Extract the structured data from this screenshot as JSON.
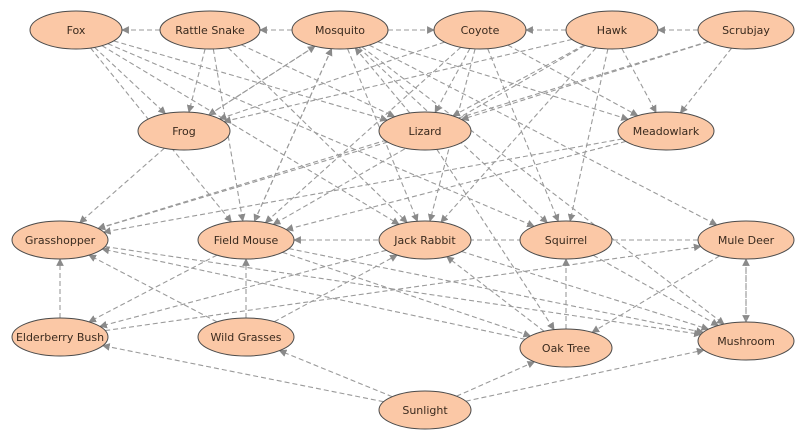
{
  "nodes": [
    {
      "id": "fox",
      "label": "Fox"
    },
    {
      "id": "rattlesnake",
      "label": "Rattle Snake"
    },
    {
      "id": "mosquito",
      "label": "Mosquito"
    },
    {
      "id": "coyote",
      "label": "Coyote"
    },
    {
      "id": "hawk",
      "label": "Hawk"
    },
    {
      "id": "scrubjay",
      "label": "Scrubjay"
    },
    {
      "id": "frog",
      "label": "Frog"
    },
    {
      "id": "lizard",
      "label": "Lizard"
    },
    {
      "id": "meadowlark",
      "label": "Meadowlark"
    },
    {
      "id": "grasshopper",
      "label": "Grasshopper"
    },
    {
      "id": "fieldmouse",
      "label": "Field Mouse"
    },
    {
      "id": "jackrabbit",
      "label": "Jack Rabbit"
    },
    {
      "id": "squirrel",
      "label": "Squirrel"
    },
    {
      "id": "muledeer",
      "label": "Mule Deer"
    },
    {
      "id": "elderberry",
      "label": "Elderberry Bush"
    },
    {
      "id": "wildgrasses",
      "label": "Wild Grasses"
    },
    {
      "id": "oaktree",
      "label": "Oak Tree"
    },
    {
      "id": "mushroom",
      "label": "Mushroom"
    },
    {
      "id": "sunlight",
      "label": "Sunlight"
    }
  ],
  "edges": [
    {
      "from": "rattlesnake",
      "to": "fox"
    },
    {
      "from": "mosquito",
      "to": "rattlesnake"
    },
    {
      "from": "mosquito",
      "to": "coyote"
    },
    {
      "from": "hawk",
      "to": "coyote"
    },
    {
      "from": "scrubjay",
      "to": "hawk"
    },
    {
      "from": "fox",
      "to": "frog"
    },
    {
      "from": "fox",
      "to": "lizard"
    },
    {
      "from": "fox",
      "to": "fieldmouse"
    },
    {
      "from": "fox",
      "to": "jackrabbit"
    },
    {
      "from": "fox",
      "to": "squirrel"
    },
    {
      "from": "rattlesnake",
      "to": "frog"
    },
    {
      "from": "rattlesnake",
      "to": "fieldmouse"
    },
    {
      "from": "rattlesnake",
      "to": "jackrabbit"
    },
    {
      "from": "rattlesnake",
      "to": "lizard"
    },
    {
      "from": "mosquito",
      "to": "frog"
    },
    {
      "from": "mosquito",
      "to": "fieldmouse"
    },
    {
      "from": "mosquito",
      "to": "mushroom"
    },
    {
      "from": "mosquito",
      "to": "muledeer"
    },
    {
      "from": "mosquito",
      "to": "jackrabbit"
    },
    {
      "from": "mosquito",
      "to": "squirrel"
    },
    {
      "from": "mosquito",
      "to": "meadowlark"
    },
    {
      "from": "coyote",
      "to": "frog"
    },
    {
      "from": "coyote",
      "to": "lizard"
    },
    {
      "from": "coyote",
      "to": "jackrabbit"
    },
    {
      "from": "coyote",
      "to": "squirrel"
    },
    {
      "from": "coyote",
      "to": "fieldmouse"
    },
    {
      "from": "coyote",
      "to": "meadowlark"
    },
    {
      "from": "hawk",
      "to": "frog"
    },
    {
      "from": "hawk",
      "to": "lizard"
    },
    {
      "from": "hawk",
      "to": "fieldmouse"
    },
    {
      "from": "hawk",
      "to": "squirrel"
    },
    {
      "from": "hawk",
      "to": "jackrabbit"
    },
    {
      "from": "hawk",
      "to": "meadowlark"
    },
    {
      "from": "scrubjay",
      "to": "meadowlark"
    },
    {
      "from": "scrubjay",
      "to": "grasshopper"
    },
    {
      "from": "scrubjay",
      "to": "lizard"
    },
    {
      "from": "frog",
      "to": "grasshopper"
    },
    {
      "from": "frog",
      "to": "mosquito"
    },
    {
      "from": "lizard",
      "to": "grasshopper"
    },
    {
      "from": "lizard",
      "to": "mosquito"
    },
    {
      "from": "lizard",
      "to": "oaktree"
    },
    {
      "from": "meadowlark",
      "to": "grasshopper"
    },
    {
      "from": "meadowlark",
      "to": "fieldmouse"
    },
    {
      "from": "grasshopper",
      "to": "mushroom"
    },
    {
      "from": "fieldmouse",
      "to": "mosquito"
    },
    {
      "from": "fieldmouse",
      "to": "elderberry"
    },
    {
      "from": "fieldmouse",
      "to": "oaktree"
    },
    {
      "from": "fieldmouse",
      "to": "mushroom"
    },
    {
      "from": "jackrabbit",
      "to": "elderberry"
    },
    {
      "from": "jackrabbit",
      "to": "mushroom"
    },
    {
      "from": "squirrel",
      "to": "mushroom"
    },
    {
      "from": "muledeer",
      "to": "mushroom"
    },
    {
      "from": "mushroom",
      "to": "muledeer"
    },
    {
      "from": "muledeer",
      "to": "oaktree"
    },
    {
      "from": "muledeer",
      "to": "fieldmouse"
    },
    {
      "from": "elderberry",
      "to": "grasshopper"
    },
    {
      "from": "elderberry",
      "to": "muledeer"
    },
    {
      "from": "wildgrasses",
      "to": "fieldmouse"
    },
    {
      "from": "wildgrasses",
      "to": "jackrabbit"
    },
    {
      "from": "wildgrasses",
      "to": "grasshopper"
    },
    {
      "from": "oaktree",
      "to": "squirrel"
    },
    {
      "from": "oaktree",
      "to": "grasshopper"
    },
    {
      "from": "oaktree",
      "to": "jackrabbit"
    },
    {
      "from": "sunlight",
      "to": "elderberry"
    },
    {
      "from": "sunlight",
      "to": "wildgrasses"
    },
    {
      "from": "sunlight",
      "to": "oaktree"
    },
    {
      "from": "sunlight",
      "to": "mushroom"
    }
  ],
  "colors": {
    "node_fill": "#fbc8a6",
    "node_stroke": "#4a4a4a",
    "edge": "#9a9a9a",
    "text": "#3a2a1e"
  }
}
